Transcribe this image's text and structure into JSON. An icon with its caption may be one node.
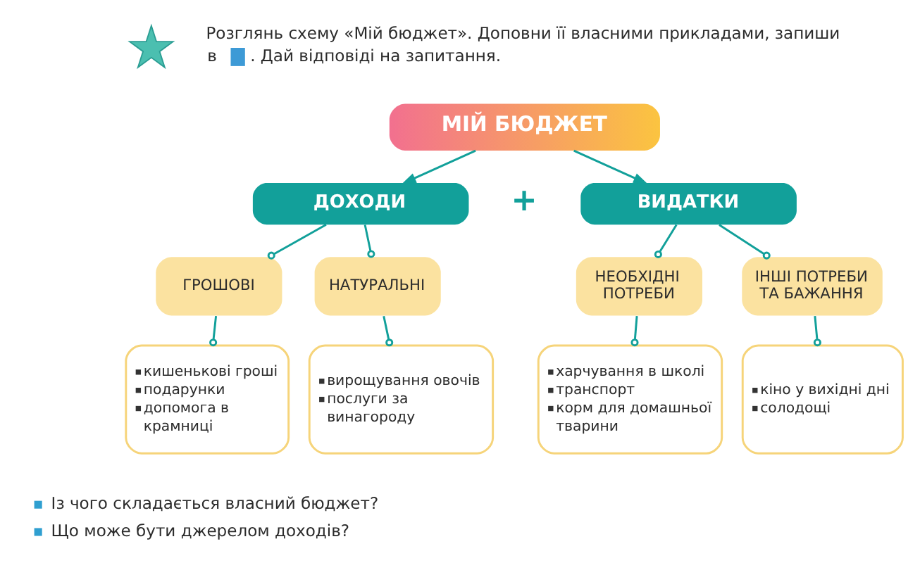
{
  "diagram": {
    "nodes": [
      {
        "text": [],
        "shape": "star"
      },
      {
        "text": [
          "МІЙ БЮДЖЕТ"
        ]
      },
      {
        "text": [
          "ДОХОДИ"
        ]
      },
      {
        "text": [
          "ВИДАТКИ"
        ]
      },
      {
        "text": [
          "ГРОШОВІ"
        ]
      },
      {
        "text": [
          "НАТУРАЛЬНІ"
        ]
      },
      {
        "text": [
          "НЕОБХІДНІ ПОТРЕБИ"
        ]
      },
      {
        "text": [
          "ІНШІ ПОТРЕБИ ТА БАЖАННЯ"
        ]
      },
      {
        "text": [
          "кишенькові гроші",
          "подарунки",
          "допомога в крамниці"
        ]
      },
      {
        "text": [
          "вирощування овочів",
          "послуги за винагороду"
        ]
      },
      {
        "text": [
          "харчування в школі",
          "транспорт",
          "корм для домашньої тварини"
        ]
      },
      {
        "text": [
          "кіно у вихідні дні",
          "солодощі"
        ]
      }
    ],
    "edges": [
      {
        "from": 1,
        "to": 2,
        "arrow": "to"
      },
      {
        "from": 1,
        "to": 3,
        "arrow": "to"
      },
      {
        "from": 2,
        "to": 4,
        "arrow": "other"
      },
      {
        "from": 2,
        "to": 5,
        "arrow": "other"
      },
      {
        "from": 3,
        "to": 6,
        "arrow": "other"
      },
      {
        "from": 3,
        "to": 7,
        "arrow": "other"
      },
      {
        "from": 4,
        "to": 8,
        "arrow": "other"
      },
      {
        "from": 5,
        "to": 9,
        "arrow": "other"
      },
      {
        "from": 6,
        "to": 10,
        "arrow": "other"
      },
      {
        "from": 7,
        "to": 11,
        "arrow": "other"
      }
    ],
    "labels": [
      "Розглянь схему «Мій бюджет». Доповни її власними прикладами, запиши в",
      ". Дай відповіді на запитання.",
      "+",
      "Із чого складається власний бюджет?",
      "Що може бути джерелом доходів?"
    ]
  }
}
